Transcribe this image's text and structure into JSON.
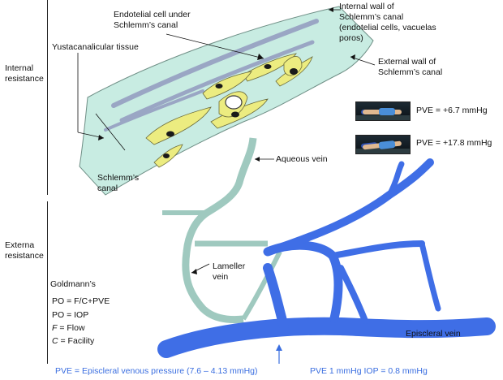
{
  "labels": {
    "endotelial_cell": "Endotelial cell under\nSchlemm’s canal",
    "internal_wall": "Internal wall of\nSchlemm’s canal\n(endotelial cells, vacuelas\nporos)",
    "yustacanalicular": "Yustacanalicular tissue",
    "external_wall": "External wall of\nSchlemm’s canal",
    "internal_resistance": "Internal\nresistance",
    "externa_resistance": "Externa\nresistance",
    "schlemms_canal": "Schlemm’s\ncanal",
    "aqueous_vein": "Aqueous vein",
    "lameller_vein": "Lameller\nvein",
    "episcleral_vein": "Episcleral vein"
  },
  "pve": {
    "supine": "PVE = +6.7 mmHg",
    "tilted": "PVE = +17.8 mmHg"
  },
  "goldmann": {
    "title": "Goldmann’s",
    "eq1": "PO = F/C+PVE",
    "eq2": "PO = IOP",
    "flow_var": "F",
    "flow_rest": " = Flow",
    "facility_var": "C",
    "facility_rest": " = Facility"
  },
  "footer": {
    "left": "PVE = Episcleral venous pressure (7.6 – 4.13 mmHg)",
    "right": "PVE 1 mmHg IOP = 0.8 mmHg"
  },
  "colors": {
    "tissue": "#c8ece2",
    "tissue_stroke": "#6f8f86",
    "canal": "#9aa6c4",
    "cell": "#ecec80",
    "episcleral": "#3f6ee6",
    "text_blue": "#3a6ee0"
  }
}
